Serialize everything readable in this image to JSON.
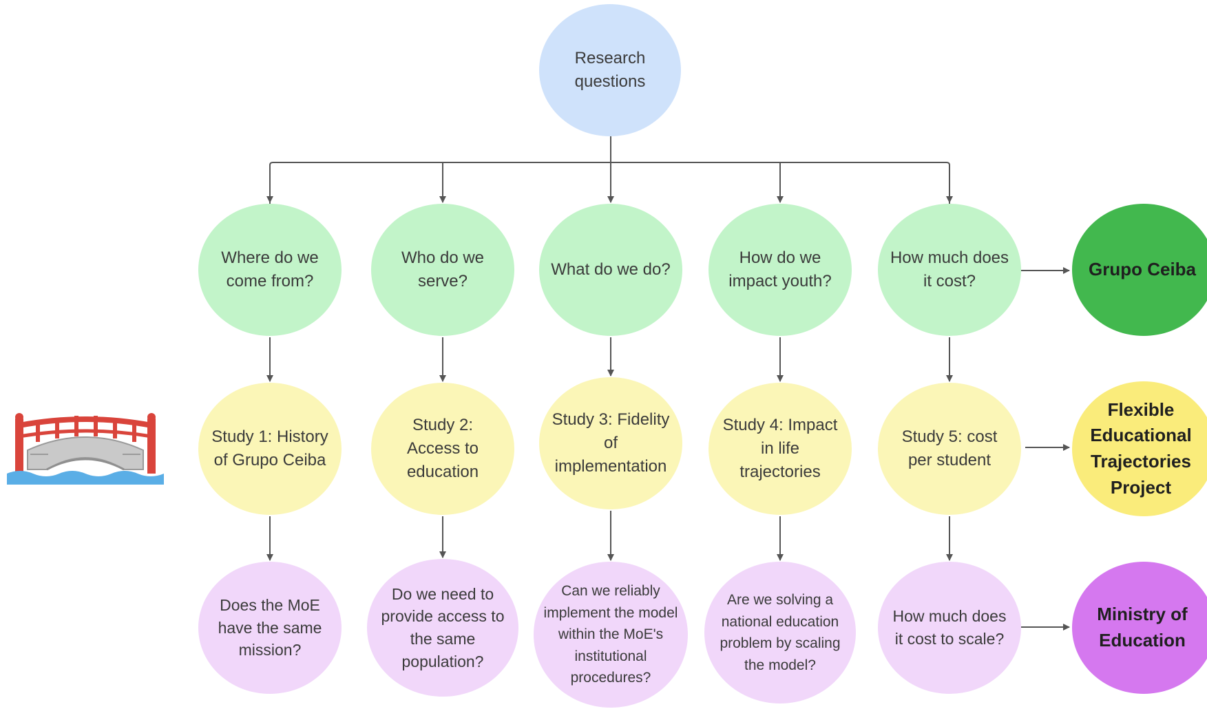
{
  "root": {
    "label": "Research questions"
  },
  "questions": [
    "Where do we come from?",
    "Who do we serve?",
    "What do we do?",
    "How do we impact youth?",
    "How much does it cost?"
  ],
  "studies": [
    "Study 1: History of Grupo Ceiba",
    "Study 2: Access to education",
    "Study 3: Fidelity of implementation",
    "Study 4: Impact in life trajectories",
    "Study 5: cost per student"
  ],
  "policy_questions": [
    "Does the MoE have the same mission?",
    "Do we need to provide access to the same population?",
    "Can we reliably implement the model within the MoE's institutional procedures?",
    "Are we solving a national education problem by scaling the model?",
    "How much does it cost to scale?"
  ],
  "side_labels": {
    "grupo_ceiba": "Grupo Ceiba",
    "flexible": "Flexible Educational Trajectories Project",
    "ministry": "Ministry of Education"
  },
  "colors": {
    "root": "#cfe2fb",
    "question": "#c2f4c9",
    "study": "#fbf6b7",
    "policy": "#f1d7fa",
    "grupo_ceiba": "#42b84e",
    "flexible": "#faec7b",
    "ministry": "#d578ef",
    "connector": "#555555"
  },
  "icons": {
    "bridge": "bridge-icon"
  }
}
